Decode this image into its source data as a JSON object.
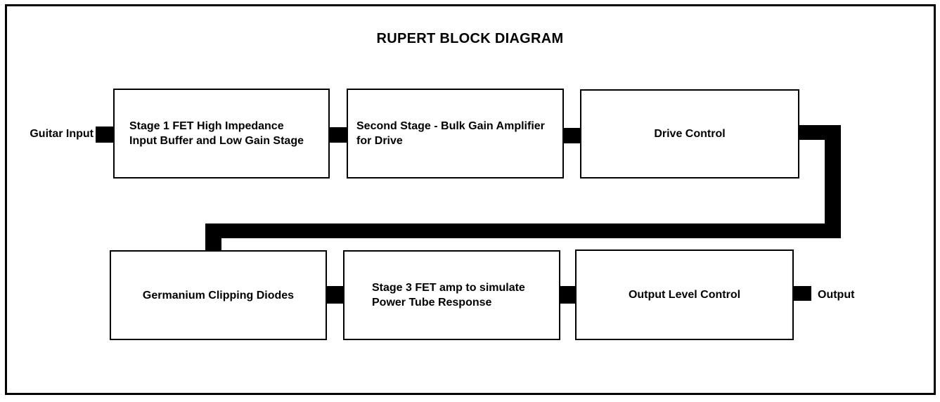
{
  "diagram": {
    "title": "RUPERT BLOCK DIAGRAM",
    "input_label": "Guitar Input",
    "output_label": "Output",
    "boxes": [
      {
        "id": "stage1-buffer",
        "lines": [
          "Stage 1 FET High Impedance",
          "Input Buffer and Low Gain Stage"
        ]
      },
      {
        "id": "stage2-gain",
        "lines": [
          "Second Stage - Bulk Gain Amplifier",
          "for Drive"
        ]
      },
      {
        "id": "drive-control",
        "lines": [
          "Drive Control"
        ]
      },
      {
        "id": "clipping-diodes",
        "lines": [
          "Germanium Clipping Diodes"
        ]
      },
      {
        "id": "stage3-amp",
        "lines": [
          "Stage 3 FET amp to simulate",
          "Power Tube Response"
        ]
      },
      {
        "id": "output-level",
        "lines": [
          "Output Level Control"
        ]
      }
    ],
    "colors": {
      "ink": "#000000",
      "background": "#ffffff"
    }
  }
}
